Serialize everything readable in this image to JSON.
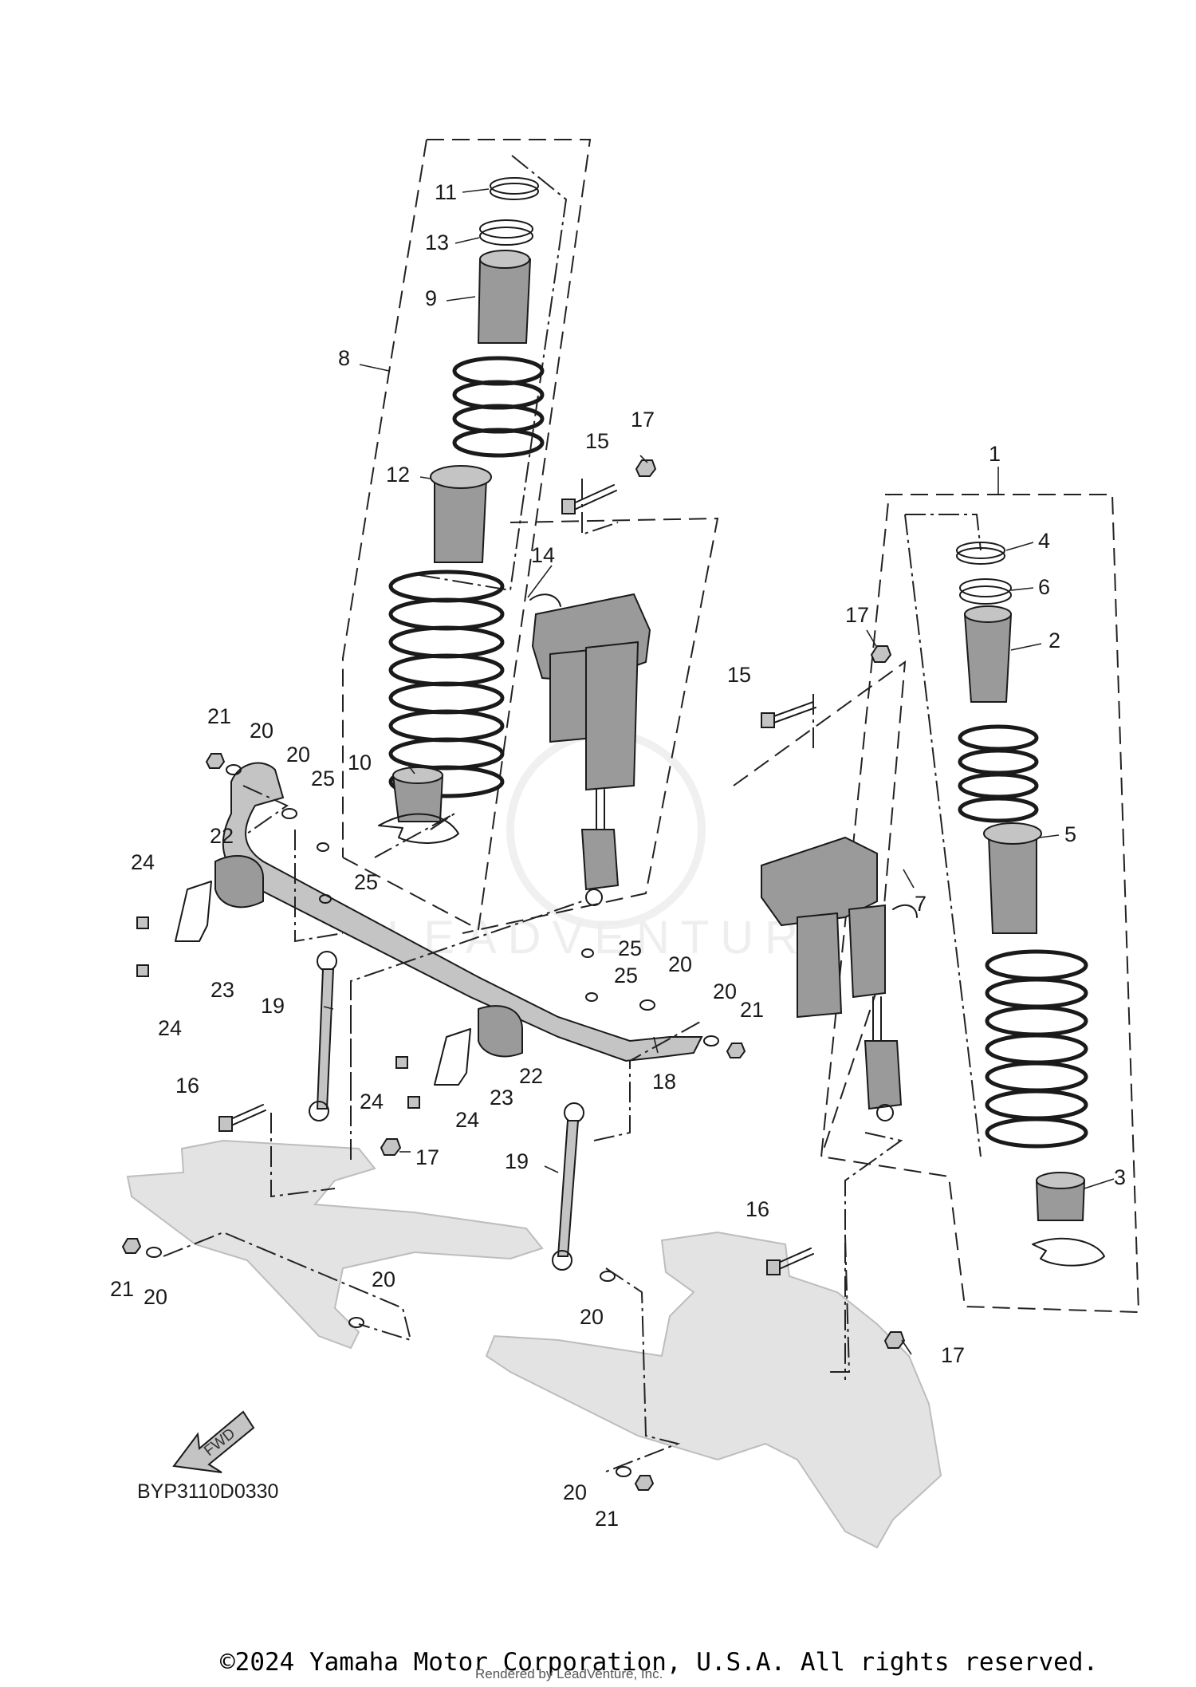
{
  "diagram": {
    "drawing_code": "BYP3110D0330",
    "copyright": "©2024 Yamaha Motor Corporation, U.S.A. All rights reserved.",
    "rendered_by": "Rendered by LeadVenture, Inc.",
    "watermark": "LEADVENTURE",
    "fwd_label": "FWD",
    "callouts": {
      "c1": "1",
      "c2": "2",
      "c3": "3",
      "c4": "4",
      "c5": "5",
      "c6": "6",
      "c7": "7",
      "c8": "8",
      "c9": "9",
      "c10": "10",
      "c11": "11",
      "c12": "12",
      "c13": "13",
      "c14": "14",
      "c15a": "15",
      "c15b": "15",
      "c16a": "16",
      "c16b": "16",
      "c17a": "17",
      "c17b": "17",
      "c17c": "17",
      "c17d": "17",
      "c18": "18",
      "c19a": "19",
      "c19b": "19",
      "c20a": "20",
      "c20b": "20",
      "c20c": "20",
      "c20d": "20",
      "c20e": "20",
      "c20f": "20",
      "c20g": "20",
      "c20h": "20",
      "c21a": "21",
      "c21b": "21",
      "c21c": "21",
      "c21d": "21",
      "c22a": "22",
      "c22b": "22",
      "c23a": "23",
      "c23b": "23",
      "c24a": "24",
      "c24b": "24",
      "c24c": "24",
      "c24d": "24",
      "c25a": "25",
      "c25b": "25",
      "c25c": "25",
      "c25d": "25"
    }
  }
}
